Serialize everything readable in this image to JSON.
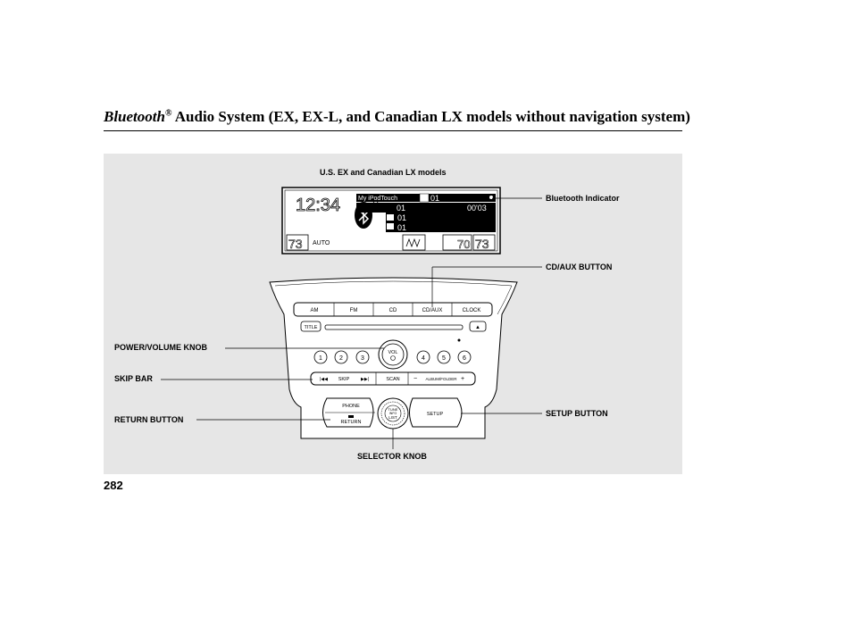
{
  "header": {
    "title_brand": "Bluetooth",
    "title_reg": "®",
    "title_rest": " Audio System (EX, EX-L, and Canadian LX models without navigation system)"
  },
  "figure": {
    "caption": "U.S. EX and Canadian LX models",
    "display": {
      "clock": "12:34",
      "track_title": "My iPodTouch",
      "track_num": "01",
      "elapsed": "00'03",
      "line2": "01",
      "line3": "01",
      "left_temp": "73",
      "auto": "AUTO",
      "mode_icon": "fan-mode-icon",
      "right_temp_left": "70",
      "right_temp": "73"
    },
    "buttons": {
      "am": "AM",
      "fm": "FM",
      "cd": "CD",
      "cd_aux": "CD/AUX",
      "clock": "CLOCK",
      "title": "TITLE",
      "eject": "▲",
      "presets": [
        "1",
        "2",
        "3",
        "4",
        "5",
        "6"
      ],
      "vol": "VOL",
      "skip": "SKIP",
      "scan": "SCAN",
      "album_folder": "ALBUM/FOLDER",
      "phone": "PHONE",
      "return": "RETURN",
      "tune_line1": "TUNE",
      "tune_line2": "INFO",
      "tune_line3": "LIST",
      "setup": "SETUP"
    },
    "callouts": {
      "bluetooth_indicator": "Bluetooth Indicator",
      "cd_aux_button": "CD/AUX BUTTON",
      "power_volume_knob": "POWER/VOLUME KNOB",
      "skip_bar": "SKIP BAR",
      "return_button": "RETURN BUTTON",
      "setup_button": "SETUP BUTTON",
      "selector_knob": "SELECTOR KNOB"
    }
  },
  "footer": {
    "page_number": "282"
  }
}
